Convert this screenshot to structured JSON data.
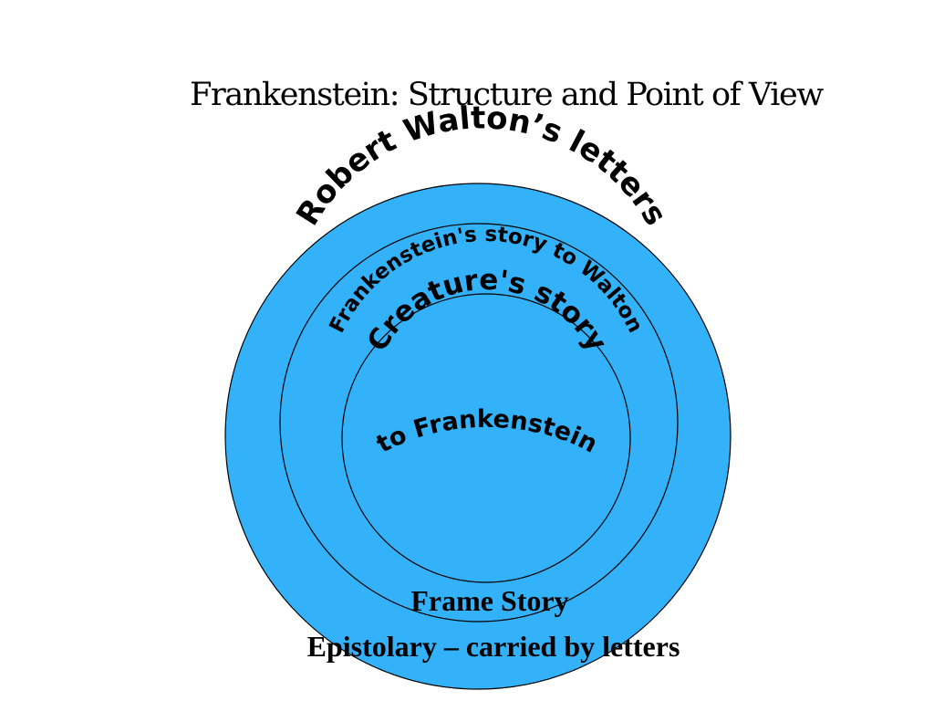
{
  "title": "Frankenstein: Structure and Point of View",
  "diagram": {
    "outer_label": "Robert Walton’s letters",
    "middle_label": "Frankenstein's story to Walton",
    "inner_label_line1": "Creature's story",
    "inner_label_line2": "to Frankenstein",
    "fill_color": "#33b1f9",
    "stroke_color": "#000000"
  },
  "captions": {
    "frame": "Frame Story",
    "epistolary": "Epistolary – carried by letters"
  }
}
